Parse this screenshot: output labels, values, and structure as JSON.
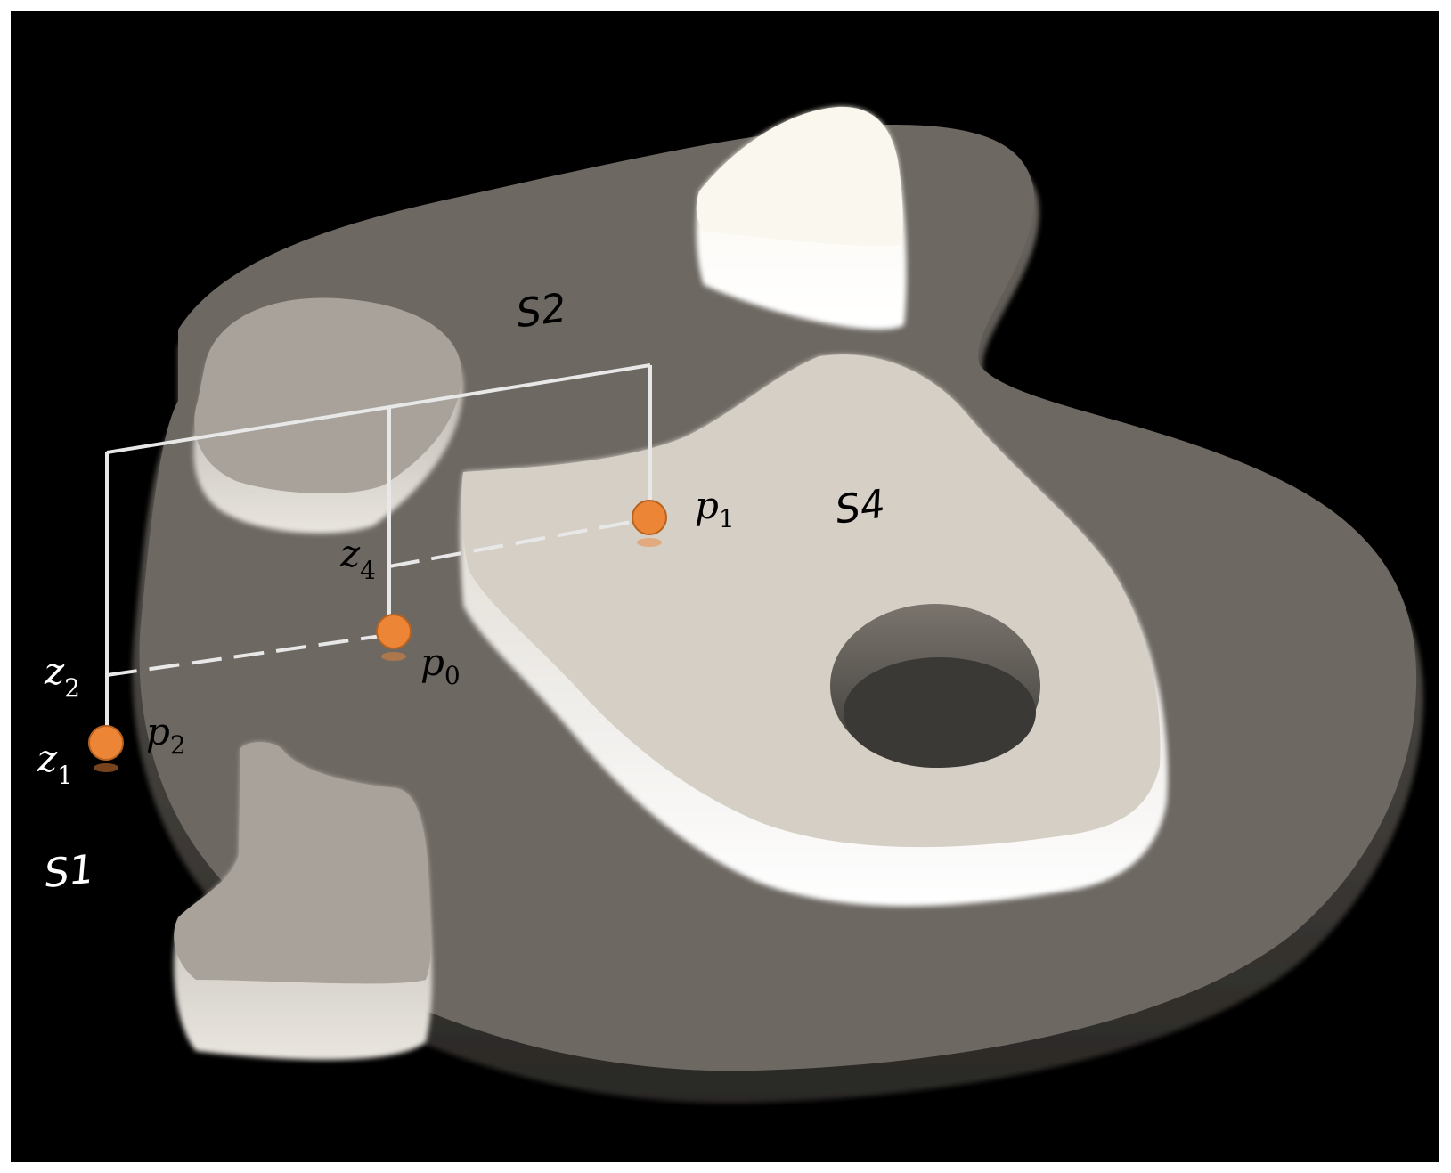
{
  "regions": {
    "s1": "S1",
    "s2": "S2",
    "s4": "S4"
  },
  "points": {
    "p0": {
      "base": "p",
      "sub": "0"
    },
    "p1": {
      "base": "p",
      "sub": "1"
    },
    "p2": {
      "base": "p",
      "sub": "2"
    }
  },
  "levels": {
    "z1": {
      "base": "z",
      "sub": "1"
    },
    "z2": {
      "base": "z",
      "sub": "2"
    },
    "z4": {
      "base": "z",
      "sub": "4"
    }
  },
  "colors": {
    "background": "#000000",
    "base_plateau": "#6d6862",
    "mid_region": "#a8a29b",
    "top_region": "#d5cfc6",
    "peak": "#faf7ee",
    "hole": "#3b3936",
    "point": "#ed8537",
    "guide_lines": "#e8e8e8"
  }
}
